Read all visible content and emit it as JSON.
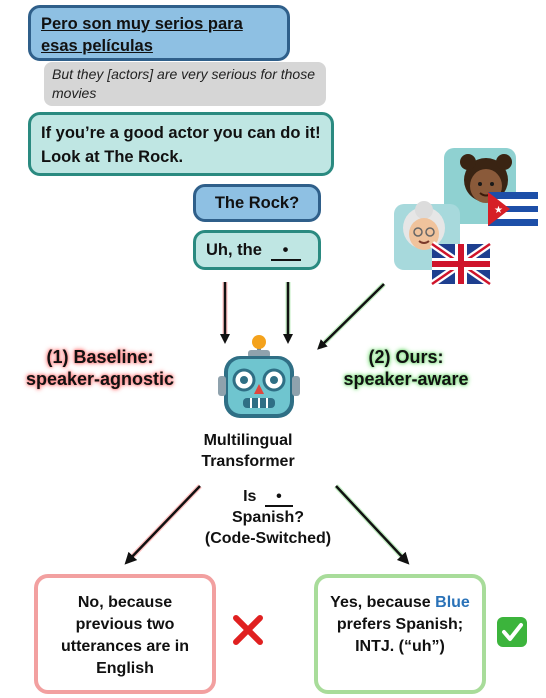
{
  "utterances": {
    "spanish": "Pero son muy serios para esas películas",
    "translation": "But they [actors] are very serious for those movies",
    "english": "If you’re a good actor you can do it! Look at The Rock.",
    "rock": "The Rock?",
    "uh": "Uh, the"
  },
  "labels": {
    "baseline_line1": "(1) Baseline:",
    "baseline_line2": "speaker-agnostic",
    "ours_line1": "(2) Ours:",
    "ours_line2": "speaker-aware"
  },
  "model": {
    "line1": "Multilingual",
    "line2": "Transformer"
  },
  "question": {
    "prefix": "Is",
    "line2": "Spanish?",
    "line3": "(Code-Switched)"
  },
  "outcomes": {
    "baseline": "No, because previous two utterances are in English",
    "ours_prefix": "Yes, because",
    "ours_blue": "Blue",
    "ours_rest": "prefers Spanish; INTJ. (“uh”)"
  },
  "colors": {
    "blue_bubble": "#8ec0e3",
    "teal_bubble": "#bfe6e3",
    "baseline_border": "#f2a0a0",
    "ours_border": "#a8dc9a",
    "blue_word": "#2a72b8"
  },
  "icons": {
    "speakers": "speaker-avatars-with-flags",
    "robot": "robot-icon",
    "cross": "cross-mark-icon",
    "check": "check-mark-icon"
  }
}
